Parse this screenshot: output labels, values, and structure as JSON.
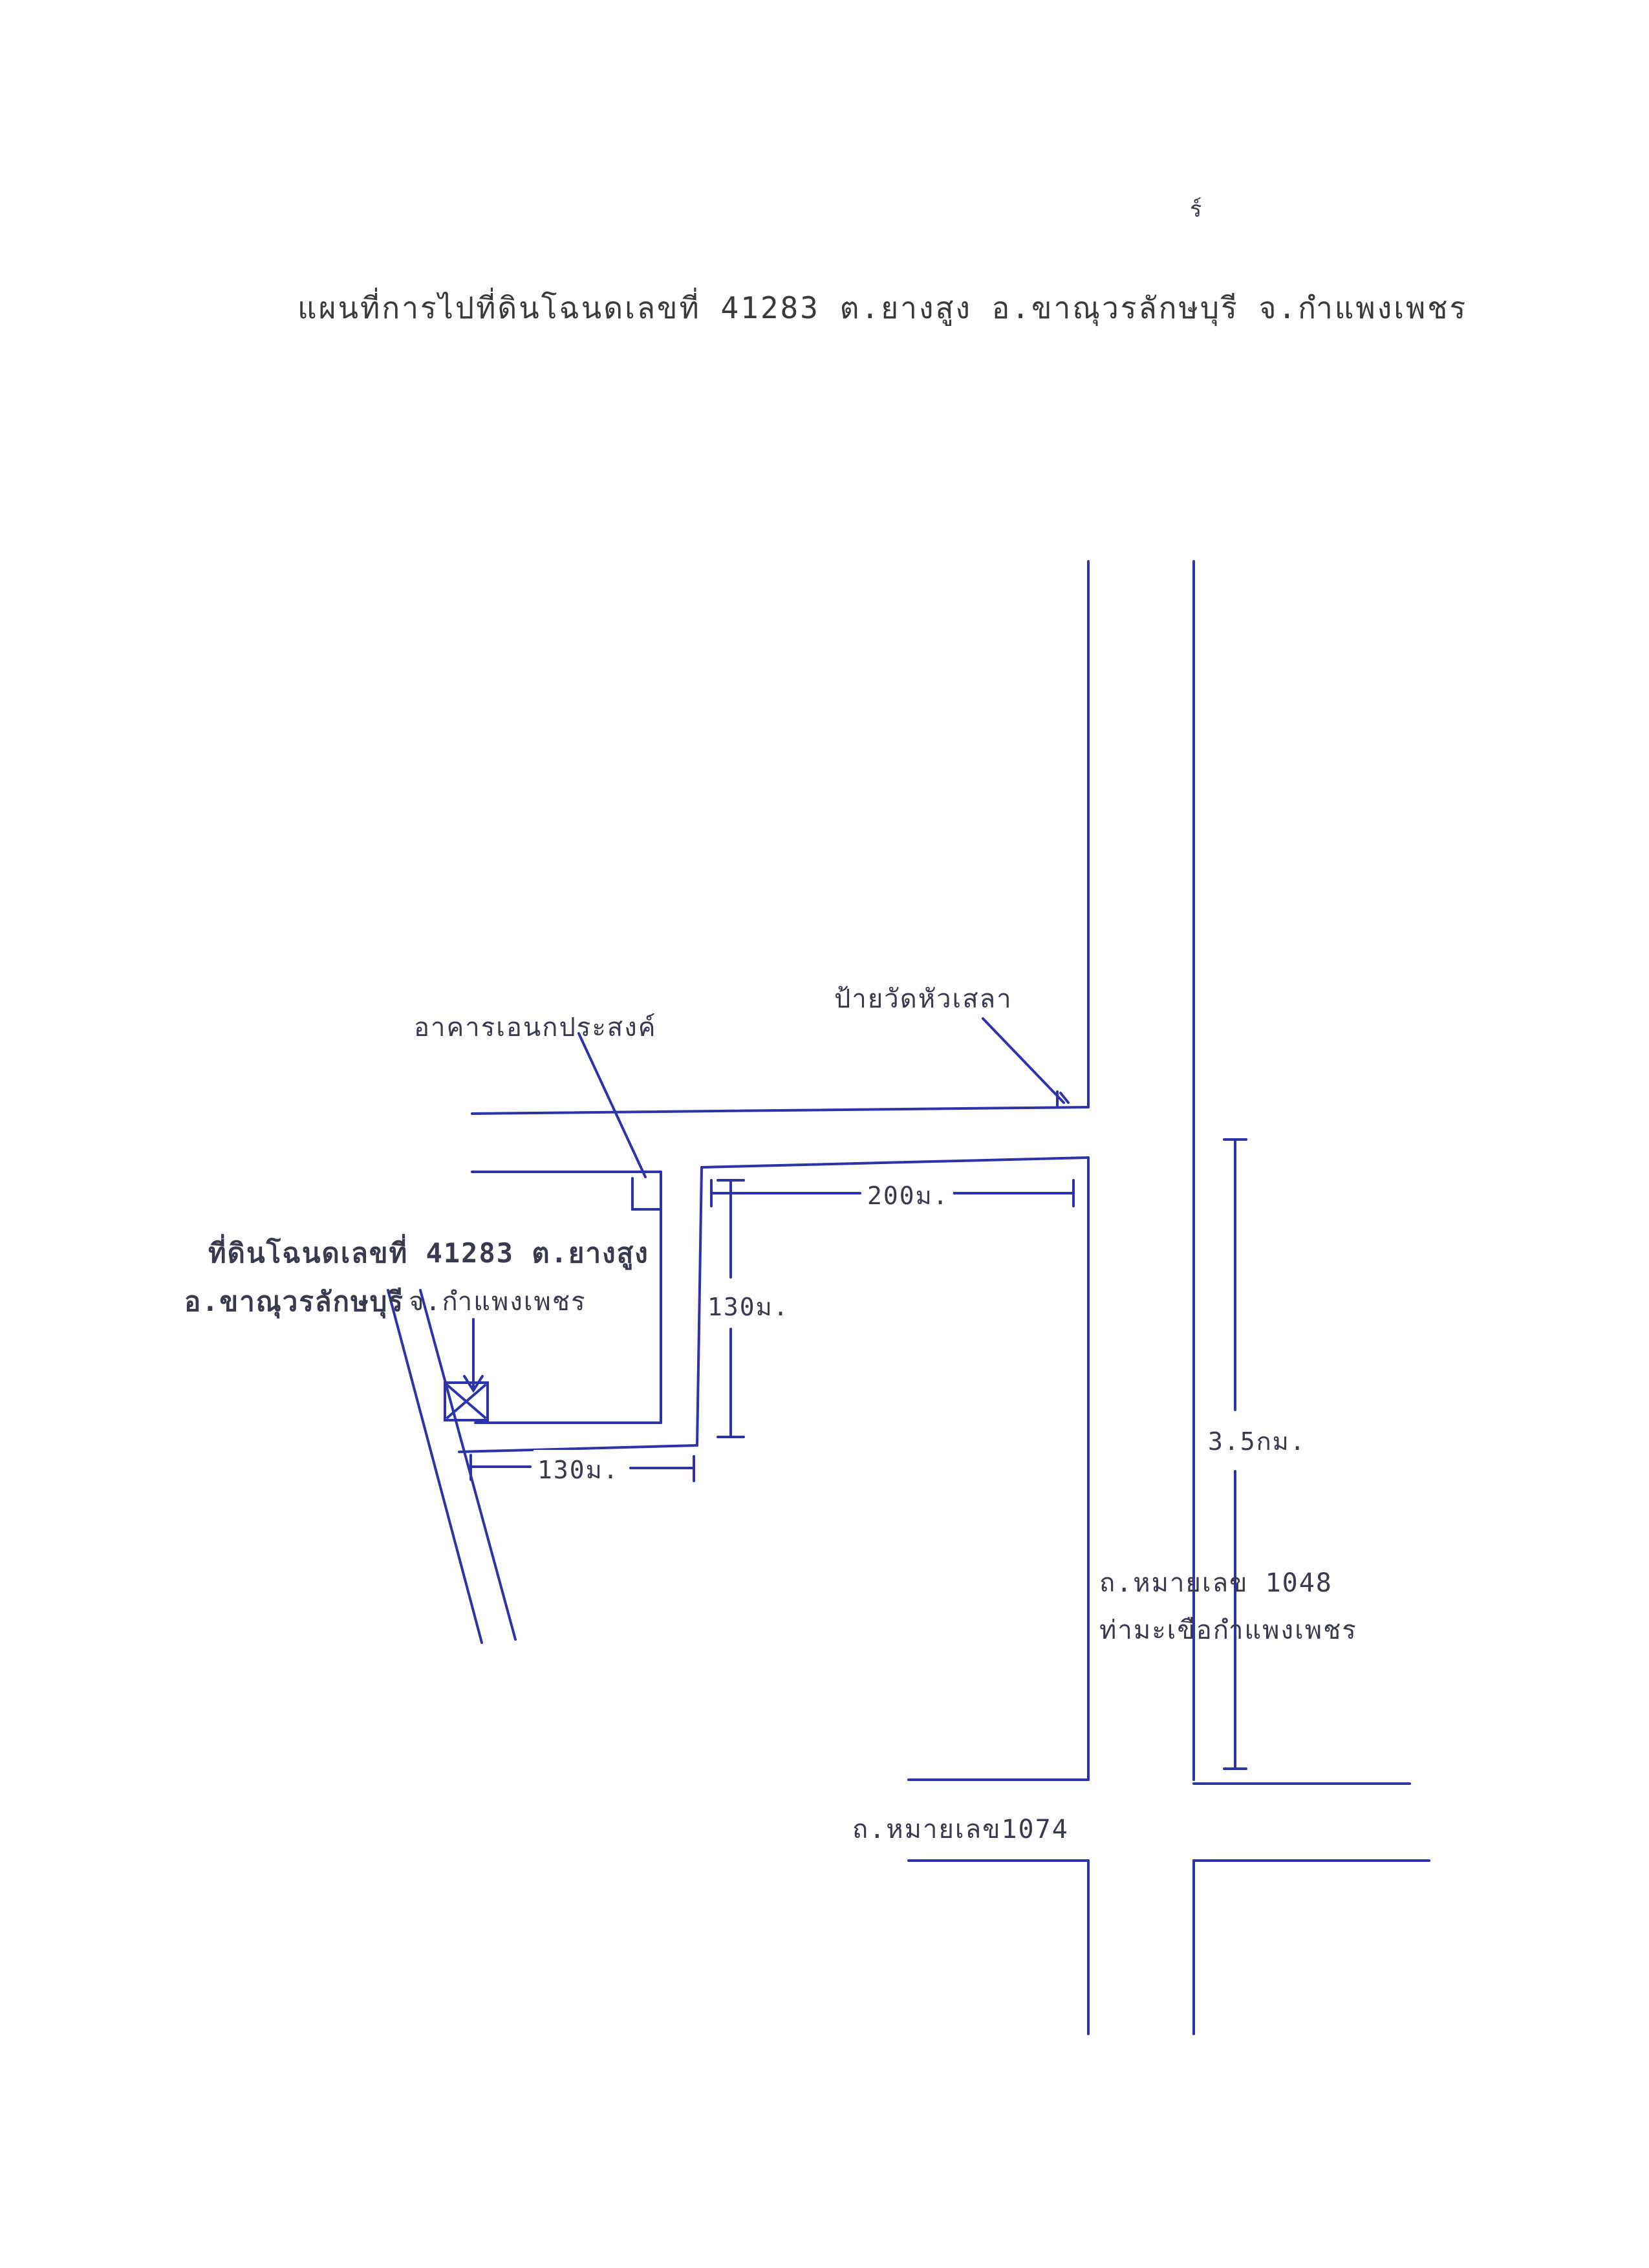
{
  "document": {
    "title": "แผนที่การไปที่ดินโฉนดเลขที่ 41283 ต.ยางสูง อ.ขาณุวรลักษบุรี จ.กำแพงเพชร",
    "page_mark": "ร์"
  },
  "labels": {
    "sign": "ป้ายวัดหัวเสลา",
    "building": "อาคารเอนกประสงค์",
    "land_line1": "ที่ดินโฉนดเลขที่ 41283 ต.ยางสูง",
    "land_line2": "อ.ขาณุวรลักษบุรี",
    "land_line3": "จ.กำแพงเพชร",
    "road_1048_line1": "ถ.หมายเลข 1048",
    "road_1048_line2": "ท่ามะเขือกำแพงเพชร",
    "road_1074": "ถ.หมายเลข1074"
  },
  "dimensions": {
    "d200": "200ม.",
    "d130_vertical": "130ม.",
    "d130_horizontal": "130ม.",
    "d35km": "3.5กม."
  },
  "colors": {
    "ink": "#2d33a8",
    "text": "#3a3a4e",
    "paper": "#fdfdfd"
  }
}
